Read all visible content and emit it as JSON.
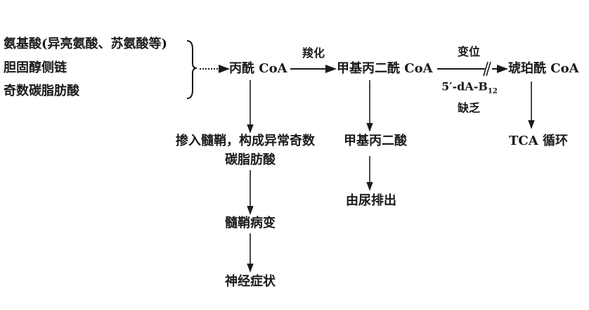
{
  "sources": [
    "氨基酸(异亮氨酸、苏氨酸等)",
    "胆固醇侧链",
    "奇数碳脂肪酸"
  ],
  "nodes": {
    "propionyl_coa": "丙酰 CoA",
    "methylmalonyl_coa": "甲基丙二酰 CoA",
    "succinyl_coa": "琥珀酰 CoA",
    "myelin_incorporation_line1": "掺入髓鞘，构成异常奇数",
    "myelin_incorporation_line2": "碳脂肪酸",
    "myelin_lesion": "髓鞘病变",
    "neuro_symptoms": "神经症状",
    "methylmalonic_acid": "甲基丙二酸",
    "urine_excretion": "由尿排出",
    "tca_cycle": "TCA 循环"
  },
  "edge_labels": {
    "carboxylation": "羧化",
    "mutase": "变位",
    "cofactor": "5′-dA-B",
    "cofactor_sub": "12",
    "deficiency": "缺乏"
  }
}
